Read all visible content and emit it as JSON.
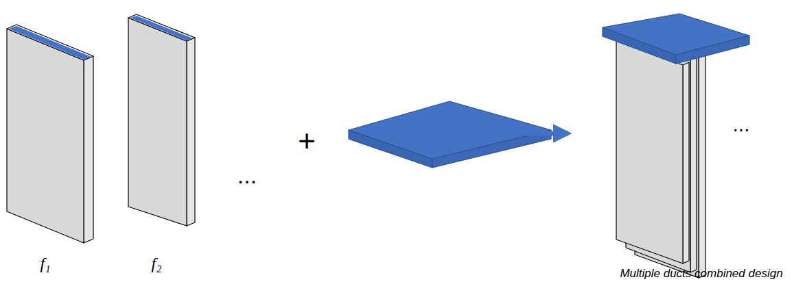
{
  "diagram": {
    "labels": [
      "f₁",
      "f₂",
      "...",
      "+",
      "...",
      "Multiple ducts combined design"
    ]
  }
}
